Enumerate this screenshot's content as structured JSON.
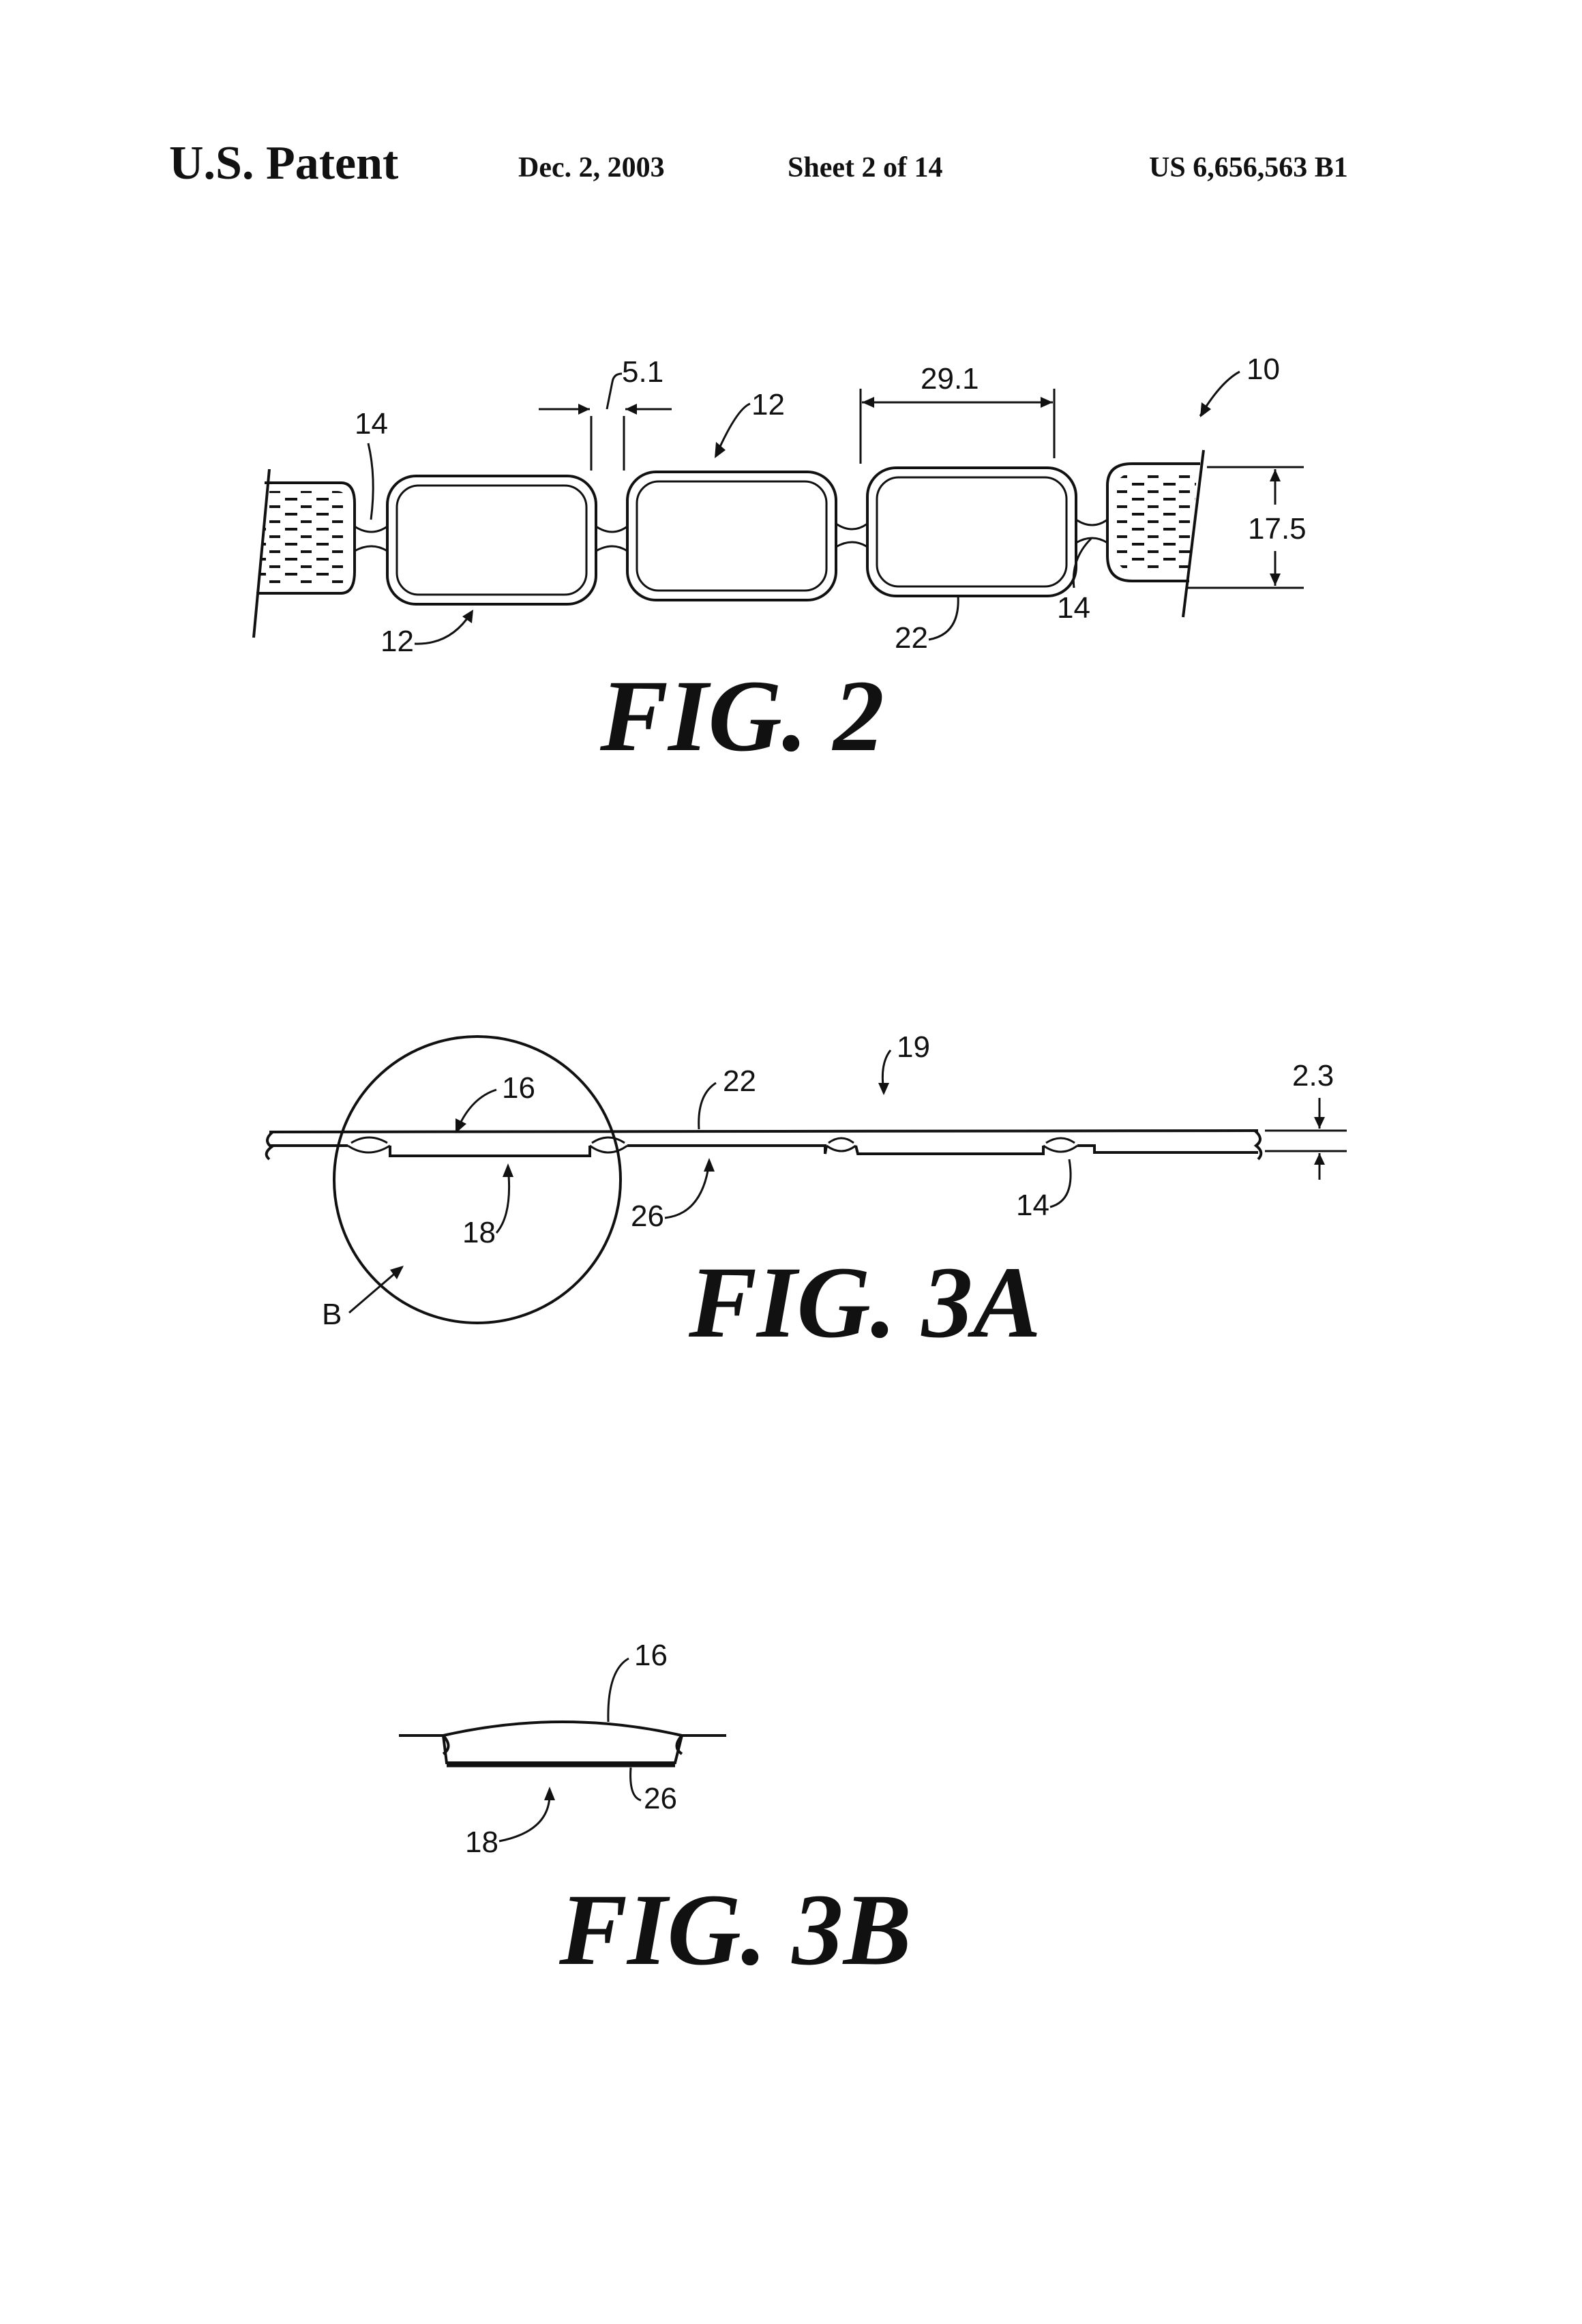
{
  "header": {
    "title": "U.S. Patent",
    "date": "Dec. 2, 2003",
    "sheet": "Sheet 2 of 14",
    "patent_number": "US 6,656,563 B1"
  },
  "fig2": {
    "label": "FIG. 2",
    "refs": {
      "r10": "10",
      "r12_top": "12",
      "r12_bottom": "12",
      "r14_left": "14",
      "r14_right": "14",
      "r22": "22",
      "dim_gap": "5.1",
      "dim_width": "29.1",
      "dim_height": "17.5"
    }
  },
  "fig3a": {
    "label": "FIG. 3A",
    "refs": {
      "r16": "16",
      "r18": "18",
      "r19": "19",
      "r22": "22",
      "r26": "26",
      "r14": "14",
      "rB": "B",
      "dim_thickness": "2.3"
    }
  },
  "fig3b": {
    "label": "FIG. 3B",
    "refs": {
      "r16": "16",
      "r18": "18",
      "r26": "26"
    }
  }
}
